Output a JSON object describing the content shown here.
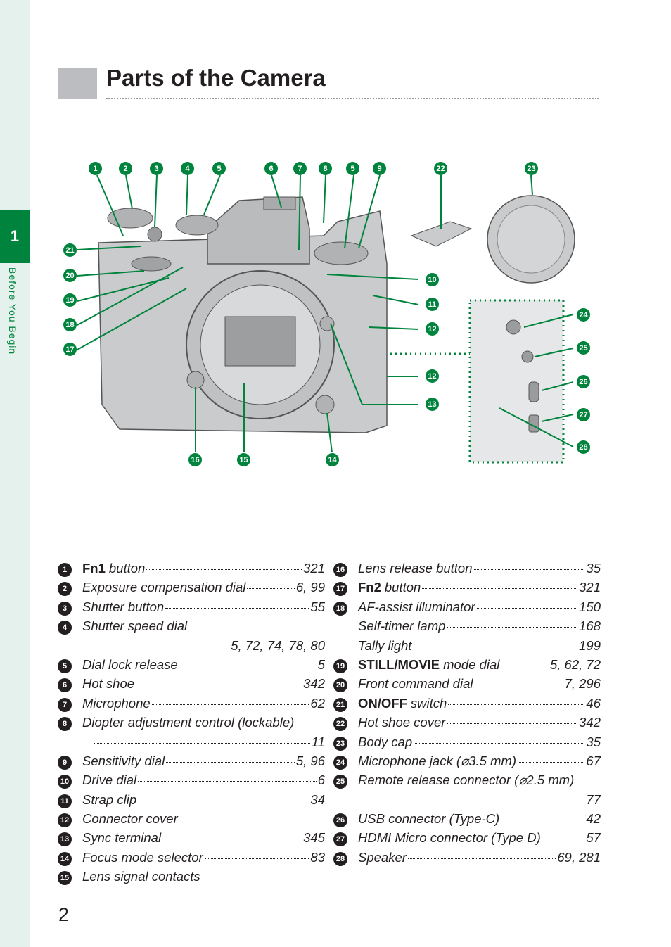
{
  "sidebar": {
    "chapter_number": "1",
    "chapter_label": "Before You Begin"
  },
  "title": "Parts of the Camera",
  "page_number": "2",
  "colors": {
    "accent_green": "#00843d",
    "sidebar_bg": "#e4f1ec",
    "camera_body": "#c9cbcd",
    "title_box": "#bcbdc0"
  },
  "diagram_callouts": [
    "1",
    "2",
    "3",
    "4",
    "5",
    "6",
    "7",
    "8",
    "5",
    "9",
    "22",
    "23",
    "21",
    "20",
    "19",
    "18",
    "17",
    "10",
    "11",
    "12",
    "12",
    "13",
    "24",
    "25",
    "26",
    "27",
    "28",
    "16",
    "15",
    "14"
  ],
  "legend_left": [
    {
      "num": "1",
      "bold": "Fn1",
      "name": "button",
      "page": "321"
    },
    {
      "num": "2",
      "bold": "",
      "name": "Exposure compensation dial",
      "page": "6, 99"
    },
    {
      "num": "3",
      "bold": "",
      "name": "Shutter button",
      "page": "55"
    },
    {
      "num": "4",
      "bold": "",
      "name": "Shutter speed dial",
      "page": ""
    },
    {
      "num": "",
      "bold": "",
      "name": "",
      "page": "5, 72, 74, 78, 80"
    },
    {
      "num": "5",
      "bold": "",
      "name": "Dial lock release",
      "page": "5"
    },
    {
      "num": "6",
      "bold": "",
      "name": "Hot shoe",
      "page": "342"
    },
    {
      "num": "7",
      "bold": "",
      "name": "Microphone",
      "page": "62"
    },
    {
      "num": "8",
      "bold": "",
      "name": "Diopter adjustment control (lockable)",
      "page": ""
    },
    {
      "num": "",
      "bold": "",
      "name": "",
      "page": "11"
    },
    {
      "num": "9",
      "bold": "",
      "name": "Sensitivity dial",
      "page": "5, 96"
    },
    {
      "num": "10",
      "bold": "",
      "name": "Drive dial",
      "page": "6"
    },
    {
      "num": "11",
      "bold": "",
      "name": "Strap clip",
      "page": "34"
    },
    {
      "num": "12",
      "bold": "",
      "name": "Connector cover",
      "page": ""
    },
    {
      "num": "13",
      "bold": "",
      "name": "Sync terminal",
      "page": "345"
    },
    {
      "num": "14",
      "bold": "",
      "name": "Focus mode selector",
      "page": "83"
    },
    {
      "num": "15",
      "bold": "",
      "name": "Lens signal contacts",
      "page": ""
    }
  ],
  "legend_right": [
    {
      "num": "16",
      "bold": "",
      "name": "Lens release button",
      "page": "35"
    },
    {
      "num": "17",
      "bold": "Fn2",
      "name": "button",
      "page": "321"
    },
    {
      "num": "18",
      "bold": "",
      "name": "AF-assist illuminator",
      "page": "150"
    },
    {
      "num": "",
      "bold": "",
      "name": "Self-timer lamp",
      "page": "168"
    },
    {
      "num": "",
      "bold": "",
      "name": "Tally light",
      "page": "199"
    },
    {
      "num": "19",
      "bold": "STILL/MOVIE",
      "name": "mode dial",
      "page": "5, 62, 72"
    },
    {
      "num": "20",
      "bold": "",
      "name": "Front command dial",
      "page": "7, 296"
    },
    {
      "num": "21",
      "bold": "ON/OFF",
      "name": "switch",
      "page": "46"
    },
    {
      "num": "22",
      "bold": "",
      "name": "Hot shoe cover",
      "page": "342"
    },
    {
      "num": "23",
      "bold": "",
      "name": "Body cap",
      "page": "35"
    },
    {
      "num": "24",
      "bold": "",
      "name": "Microphone jack (⌀3.5 mm)",
      "page": "67"
    },
    {
      "num": "25",
      "bold": "",
      "name": "Remote release connector (⌀2.5 mm)",
      "page": ""
    },
    {
      "num": "",
      "bold": "",
      "name": "",
      "page": "77"
    },
    {
      "num": "26",
      "bold": "",
      "name": "USB connector (Type-C)",
      "page": "42"
    },
    {
      "num": "27",
      "bold": "",
      "name": "HDMI Micro connector (Type D)",
      "page": "57"
    },
    {
      "num": "28",
      "bold": "",
      "name": "Speaker",
      "page": "69, 281"
    }
  ]
}
